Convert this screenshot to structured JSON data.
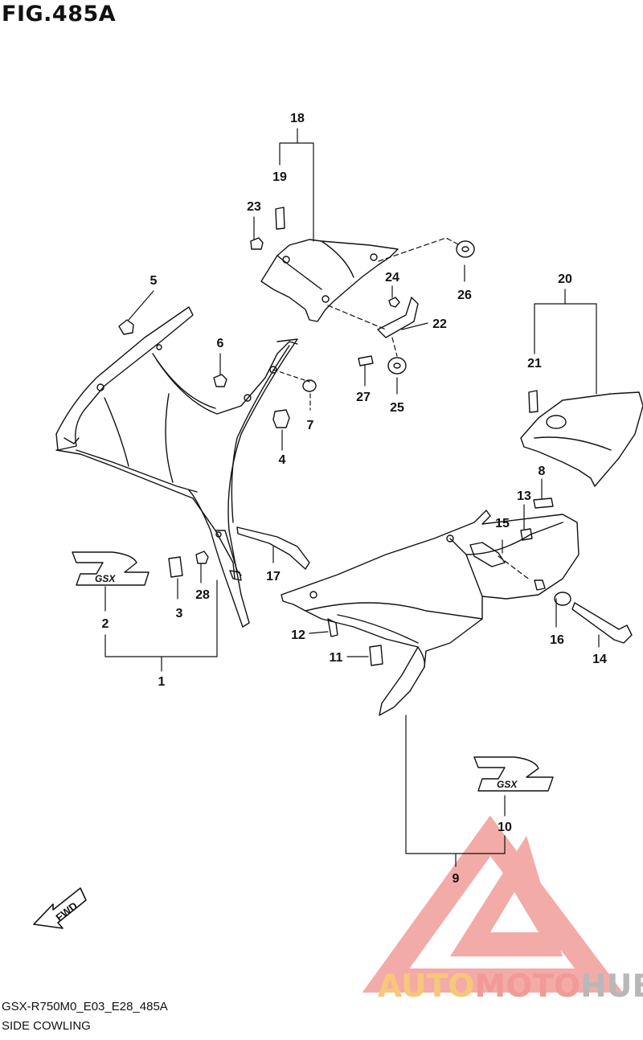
{
  "figure": {
    "title": "FIG.485A",
    "code": "GSX-R750M0_E03_E28_485A",
    "name": "SIDE COWLING"
  },
  "callouts": [
    "18",
    "19",
    "23",
    "5",
    "6",
    "24",
    "26",
    "20",
    "22",
    "7",
    "27",
    "25",
    "4",
    "21",
    "8",
    "13",
    "15",
    "2",
    "3",
    "28",
    "17",
    "12",
    "16",
    "14",
    "11",
    "1",
    "10",
    "9"
  ],
  "badges": {
    "gsxr_text": "GSX",
    "fwd": "FWD"
  },
  "watermark": {
    "part1": "AUTO",
    "part2": "MOTO",
    "part3": "HUB"
  },
  "colors": {
    "line": "#111111",
    "watermark_logo": "#ef7f7c",
    "watermark_orange": "#f7c77a",
    "watermark_grey": "#b8b8b8"
  }
}
